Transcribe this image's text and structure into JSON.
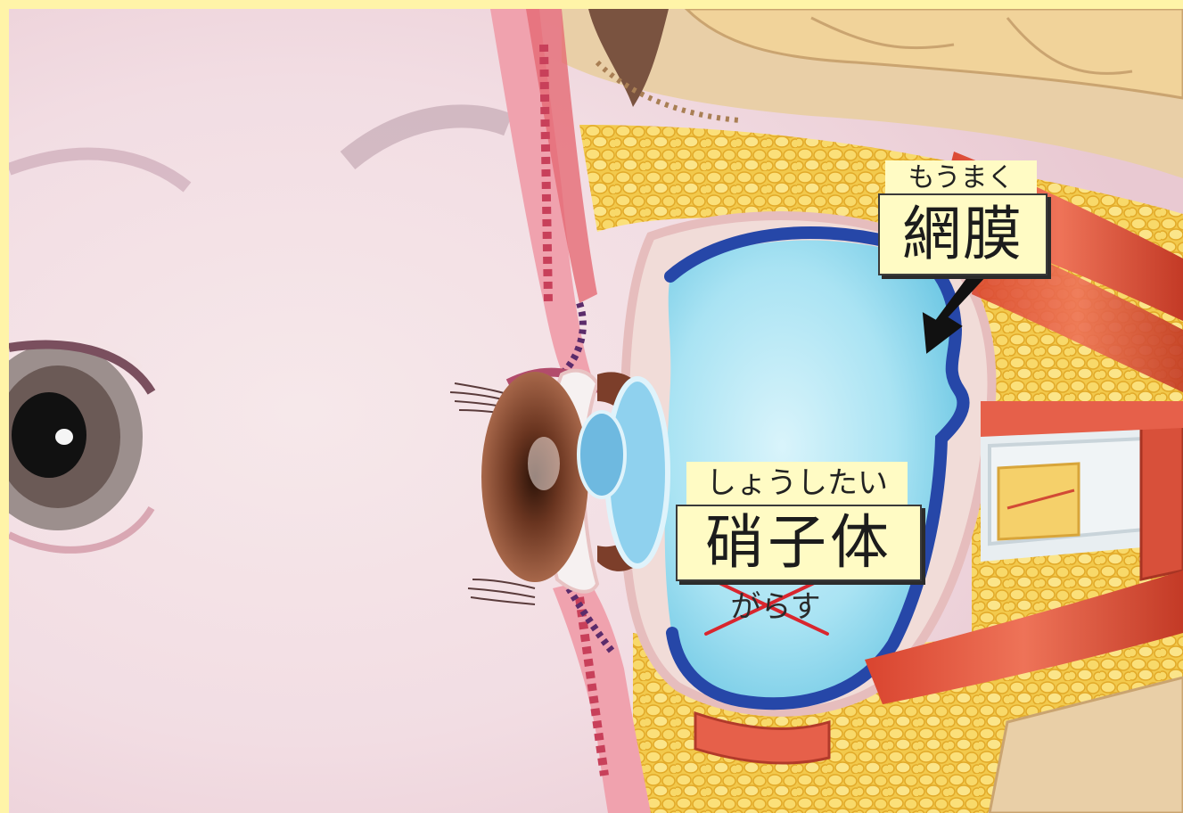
{
  "labels": {
    "retina": {
      "furigana": "もうまく",
      "kanji": "網膜"
    },
    "vitreous": {
      "furigana": "しょうしたい",
      "kanji": "硝子体"
    },
    "crossed_out": "がらす"
  },
  "colors": {
    "frame": "#fff4a8",
    "label_background": "#fffbc4",
    "retina_outline": "#2647a8",
    "vitreous_fill": "#a9e3f3",
    "strike": "#d9262e",
    "arrow": "#111111"
  },
  "icons": {
    "pointer": "arrow-down-left-icon",
    "cross": "cross-out-mark"
  }
}
